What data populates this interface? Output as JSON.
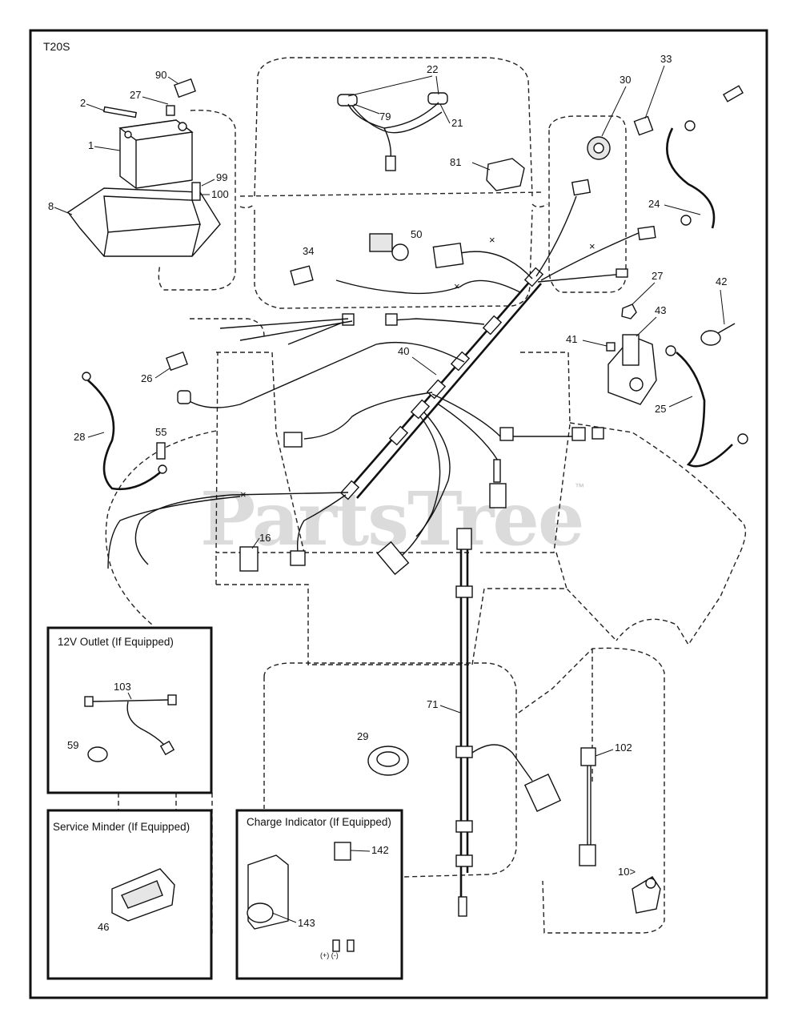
{
  "diagram": {
    "id": "T20S",
    "watermark": {
      "brand": "PartsTree",
      "trademark": "™"
    },
    "callouts": {
      "c90": "90",
      "c27a": "27",
      "c2": "2",
      "c1": "1",
      "c8": "8",
      "c99": "99",
      "c100": "100",
      "c22": "22",
      "c79": "79",
      "c21": "21",
      "c81": "81",
      "c30": "30",
      "c33": "33",
      "c24": "24",
      "c50": "50",
      "c34": "34",
      "c27b": "27",
      "c42": "42",
      "c43": "43",
      "c41": "41",
      "c26": "26",
      "c40": "40",
      "c25": "25",
      "c28": "28",
      "c55": "55",
      "c16": "16",
      "c71": "71",
      "c29": "29",
      "c102": "102",
      "c10": "10>",
      "c103": "103",
      "c59": "59",
      "c46": "46",
      "c142": "142",
      "c143": "143"
    },
    "insets": {
      "outlet": {
        "title": "12V Outlet (If Equipped)"
      },
      "service": {
        "title": "Service Minder (If Equipped)"
      },
      "charge": {
        "title": "Charge Indicator (If Equipped)",
        "polarity": "(+) (-)"
      }
    }
  }
}
